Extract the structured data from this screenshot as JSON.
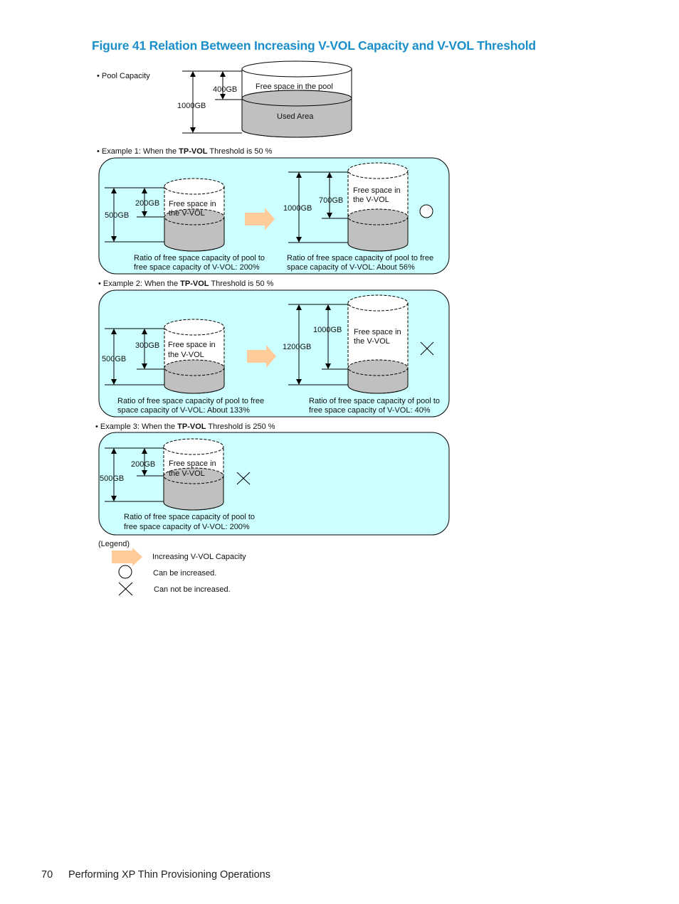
{
  "figure": {
    "title": "Figure 41 Relation Between Increasing V-VOL Capacity and V-VOL Threshold",
    "title_color": "#1a8fc9"
  },
  "pool": {
    "heading": "Pool Capacity",
    "total": "1000GB",
    "free": "400GB",
    "free_label": "Free space in the pool",
    "used_label": "Used Area"
  },
  "example1": {
    "heading_pre": "Example 1: When the ",
    "heading_bold": "TP-VOL",
    "heading_post": " Threshold is 50 %",
    "left_total": "500GB",
    "left_free": "200GB",
    "left_label_1": "Free space in",
    "left_label_2": "the V-VOL",
    "left_ratio_1": "Ratio of free space capacity of pool to",
    "left_ratio_2": "free space capacity of V-VOL: 200%",
    "right_total": "1000GB",
    "right_free": "700GB",
    "right_label_1": "Free space in",
    "right_label_2": "the V-VOL",
    "right_ratio_1": "Ratio of free space capacity of pool to free",
    "right_ratio_2": "space capacity of V-VOL: About 56%",
    "result_icon": "circle-icon"
  },
  "example2": {
    "heading_pre": "Example 2: When the ",
    "heading_bold": "TP-VOL",
    "heading_post": " Threshold is 50 %",
    "left_total": "500GB",
    "left_free": "300GB",
    "left_label_1": "Free space in",
    "left_label_2": "the V-VOL",
    "left_ratio_1": "Ratio of free space capacity of pool to free",
    "left_ratio_2": "space capacity of V-VOL: About 133%",
    "right_total": "1200GB",
    "right_free": "1000GB",
    "right_label_1": "Free space in",
    "right_label_2": "the V-VOL",
    "right_ratio_1": "Ratio of free space capacity of pool to",
    "right_ratio_2": "free space capacity of V-VOL: 40%",
    "result_icon": "cross-icon"
  },
  "example3": {
    "heading_pre": "Example 3: When the ",
    "heading_bold": "TP-VOL",
    "heading_post": " Threshold is 250 %",
    "left_total": "500GB",
    "left_free": "200GB",
    "left_label_1": "Free space in",
    "left_label_2": "the V-VOL",
    "left_ratio_1": "Ratio of free space capacity of pool to",
    "left_ratio_2": "free space capacity of V-VOL: 200%",
    "result_icon": "cross-icon"
  },
  "legend": {
    "heading": "(Legend)",
    "arrow_label": "Increasing V-VOL Capacity",
    "circle_label": "Can be increased.",
    "cross_label": "Can not be increased."
  },
  "footer": {
    "page_number": "70",
    "section": "Performing XP Thin Provisioning Operations"
  },
  "colors": {
    "panel_fill": "#ccffff",
    "used_fill": "#c0c0c0",
    "arrow_fill": "#ffcc99"
  }
}
